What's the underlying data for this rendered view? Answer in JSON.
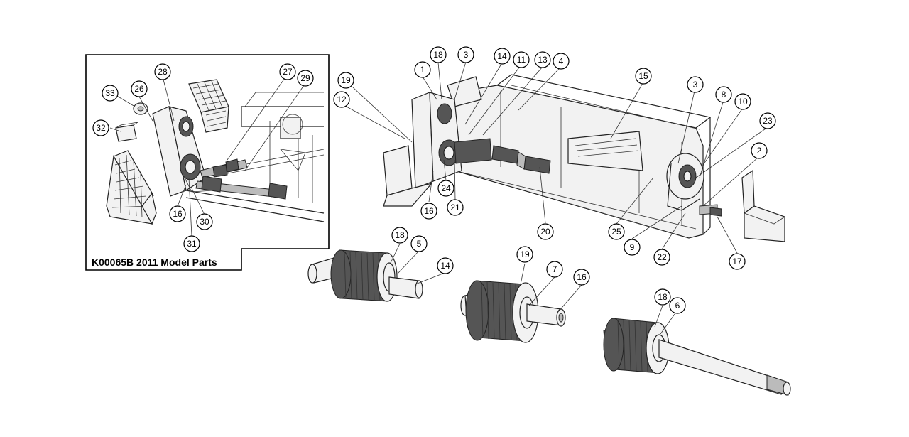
{
  "inset": {
    "caption": "K00065B 2011 Model Parts",
    "callouts": [
      "28",
      "27",
      "29",
      "33",
      "26",
      "32",
      "16",
      "30",
      "31"
    ]
  },
  "main_assembly": {
    "callouts": [
      "18",
      "3",
      "14",
      "11",
      "13",
      "4",
      "1",
      "19",
      "12",
      "15",
      "3",
      "8",
      "10",
      "23",
      "2",
      "24",
      "16",
      "21",
      "20",
      "25",
      "9",
      "22",
      "17"
    ]
  },
  "rollers": {
    "callouts": [
      "18",
      "5",
      "14",
      "19",
      "7",
      "16",
      "18",
      "6"
    ]
  }
}
